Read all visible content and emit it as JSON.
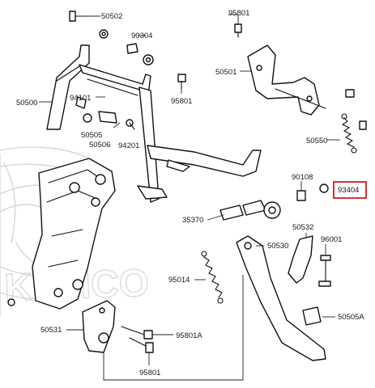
{
  "watermark": "KYMCO",
  "highlight_color": "#cc0000",
  "highlighted_part": "93404",
  "part_labels": {
    "p50502": "50502",
    "p90304": "90304",
    "p95801_top": "95801",
    "p50501": "50501",
    "p50500": "50500",
    "p94101": "94101",
    "p95801_mid": "95801",
    "p50505": "50505",
    "p50506": "50506",
    "p94201": "94201",
    "p50550": "50550",
    "p90108": "90108",
    "p93404": "93404",
    "p35370": "35370",
    "p50532": "50532",
    "p50530": "50530",
    "p96001": "96001",
    "p95014": "95014",
    "p50505A": "50505A",
    "p50531": "50531",
    "p95801A": "95801A",
    "p95801_bot": "95801"
  }
}
